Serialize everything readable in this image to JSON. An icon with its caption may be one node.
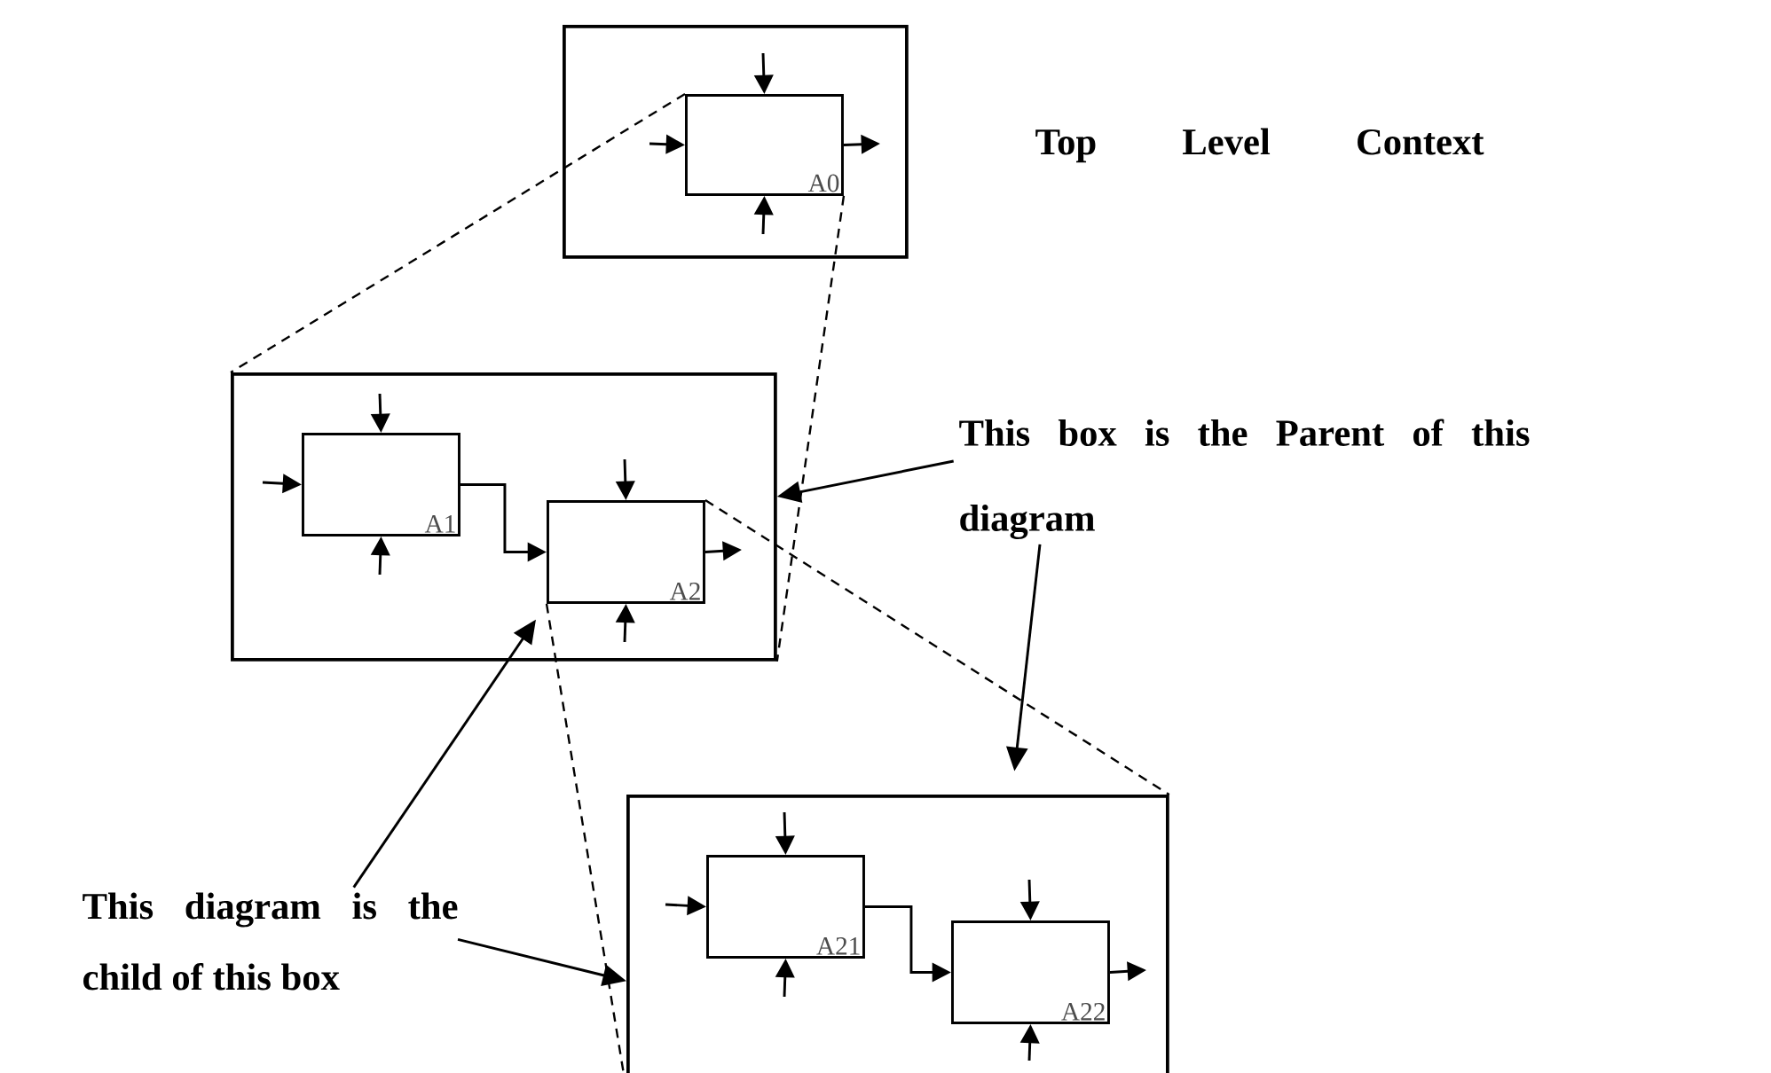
{
  "diagram": {
    "nodes": [
      {
        "text": [],
        "shape": "box"
      },
      {
        "text": [
          "A0"
        ],
        "in": 0
      },
      {
        "text": [],
        "shape": "box"
      },
      {
        "text": [
          "A1"
        ],
        "in": 2
      },
      {
        "text": [
          "A2"
        ],
        "in": 2
      },
      {
        "text": [],
        "shape": "box"
      },
      {
        "text": [
          "A21"
        ],
        "in": 5
      },
      {
        "text": [
          "A22"
        ],
        "in": 5
      },
      {
        "text": [
          "This box is the Parent of this diagram"
        ]
      },
      {
        "text": [
          "This diagram is the child of this box"
        ]
      }
    ],
    "edges": [
      {
        "from": null,
        "to": 1,
        "arrow": "to"
      },
      {
        "from": null,
        "to": 1,
        "arrow": "to"
      },
      {
        "from": null,
        "to": 1,
        "arrow": "to"
      },
      {
        "from": 1,
        "to": null,
        "arrow": "to"
      },
      {
        "from": null,
        "to": 3,
        "arrow": "to"
      },
      {
        "from": null,
        "to": 3,
        "arrow": "to"
      },
      {
        "from": null,
        "to": 3,
        "arrow": "to"
      },
      {
        "from": 3,
        "to": 4,
        "arrow": "to"
      },
      {
        "from": null,
        "to": 4,
        "arrow": "to"
      },
      {
        "from": null,
        "to": 4,
        "arrow": "to"
      },
      {
        "from": 4,
        "to": null,
        "arrow": "to"
      },
      {
        "from": null,
        "to": 6,
        "arrow": "to"
      },
      {
        "from": null,
        "to": 6,
        "arrow": "to"
      },
      {
        "from": null,
        "to": 6,
        "arrow": "to"
      },
      {
        "from": 6,
        "to": 7,
        "arrow": "to"
      },
      {
        "from": null,
        "to": 7,
        "arrow": "to"
      },
      {
        "from": null,
        "to": 7,
        "arrow": "to"
      },
      {
        "from": 7,
        "to": null,
        "arrow": "to"
      },
      {
        "from": 1,
        "to": 2,
        "arrow": "none",
        "style": "dashed"
      },
      {
        "from": 1,
        "to": 2,
        "arrow": "none",
        "style": "dashed"
      },
      {
        "from": 4,
        "to": 5,
        "arrow": "none",
        "style": "dashed"
      },
      {
        "from": 4,
        "to": 5,
        "arrow": "none",
        "style": "dashed"
      },
      {
        "from": 8,
        "to": 2,
        "arrow": "to"
      },
      {
        "from": 8,
        "to": 5,
        "arrow": "to"
      },
      {
        "from": 9,
        "to": 4,
        "arrow": "to"
      },
      {
        "from": 9,
        "to": 5,
        "arrow": "to"
      }
    ],
    "labels": [
      "Top Level Context"
    ]
  }
}
